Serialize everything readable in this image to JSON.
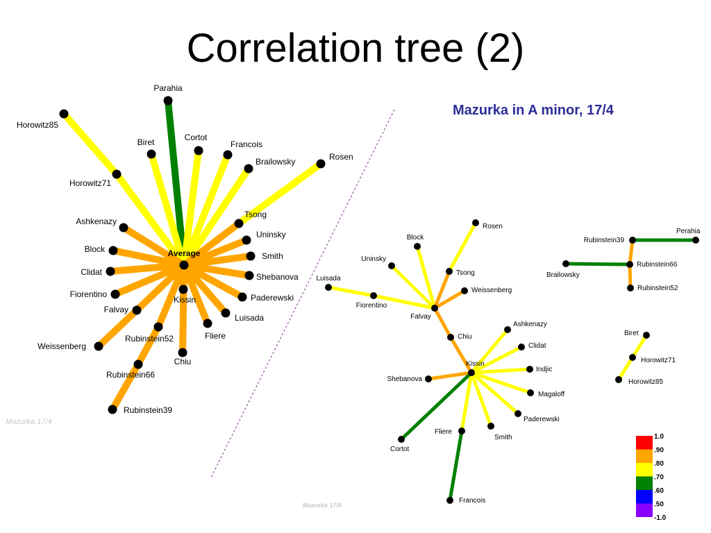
{
  "title": "Correlation tree (2)",
  "subtitle": "Mazurka in A minor, 17/4",
  "watermark_left": "Mazurka 17/4",
  "watermark_bottom": "Mazurka 17/4",
  "colors": {
    "1.0": "#ff0000",
    ".90": "#ffa500",
    ".80": "#ffff00",
    ".70": "#008000",
    ".60": "#0000ff",
    ".50": "#8800ff"
  },
  "color_scale": [
    {
      "label": "1.0",
      "color": "#ff0000"
    },
    {
      "label": ".90",
      "color": "#ffa500"
    },
    {
      "label": ".80",
      "color": "#ffff00"
    },
    {
      "label": ".70",
      "color": "#008000"
    },
    {
      "label": ".60",
      "color": "#0000ff"
    },
    {
      "label": ".50",
      "color": "#8800ff"
    },
    {
      "label": "-1.0",
      "color": ""
    }
  ],
  "left_tree": {
    "nodes": [
      "Parahia",
      "Horowitz85",
      "Biret",
      "Cortot",
      "Francois",
      "Brailowsky",
      "Rosen",
      "Horowitz71",
      "Ashkenazy",
      "Tsong",
      "Uninsky",
      "Block",
      "Average",
      "Smith",
      "Clidat",
      "Shebanova",
      "Kissin",
      "Fiorentino",
      "Paderewski",
      "Falvay",
      "Luisada",
      "Fliere",
      "Rubinstein52",
      "Weissenberg",
      "Chiu",
      "Rubinstein66",
      "Rubinstein39"
    ],
    "edges": [
      {
        "from": "Average",
        "to": "Parahia",
        "level": ".70"
      },
      {
        "from": "Average",
        "to": "Horowitz71",
        "level": ".80"
      },
      {
        "from": "Horowitz71",
        "to": "Horowitz85",
        "level": ".80"
      },
      {
        "from": "Average",
        "to": "Biret",
        "level": ".80"
      },
      {
        "from": "Average",
        "to": "Cortot",
        "level": ".80"
      },
      {
        "from": "Average",
        "to": "Francois",
        "level": ".80"
      },
      {
        "from": "Average",
        "to": "Brailowsky",
        "level": ".80"
      },
      {
        "from": "Average",
        "to": "Tsong",
        "level": ".90"
      },
      {
        "from": "Tsong",
        "to": "Rosen",
        "level": ".80"
      },
      {
        "from": "Average",
        "to": "Ashkenazy",
        "level": ".90"
      },
      {
        "from": "Average",
        "to": "Uninsky",
        "level": ".90"
      },
      {
        "from": "Average",
        "to": "Block",
        "level": ".90"
      },
      {
        "from": "Average",
        "to": "Smith",
        "level": ".90"
      },
      {
        "from": "Average",
        "to": "Clidat",
        "level": ".90"
      },
      {
        "from": "Average",
        "to": "Shebanova",
        "level": ".90"
      },
      {
        "from": "Average",
        "to": "Kissin",
        "level": "1.0"
      },
      {
        "from": "Average",
        "to": "Fiorentino",
        "level": ".90"
      },
      {
        "from": "Average",
        "to": "Paderewski",
        "level": ".90"
      },
      {
        "from": "Average",
        "to": "Falvay",
        "level": ".90"
      },
      {
        "from": "Average",
        "to": "Luisada",
        "level": ".90"
      },
      {
        "from": "Average",
        "to": "Fliere",
        "level": ".90"
      },
      {
        "from": "Average",
        "to": "Rubinstein52",
        "level": ".90"
      },
      {
        "from": "Falvay",
        "to": "Weissenberg",
        "level": ".90"
      },
      {
        "from": "Average",
        "to": "Chiu",
        "level": ".90"
      },
      {
        "from": "Rubinstein52",
        "to": "Rubinstein66",
        "level": ".90"
      },
      {
        "from": "Rubinstein66",
        "to": "Rubinstein39",
        "level": ".90"
      }
    ]
  },
  "right_tree": {
    "nodes": [
      "Rosen",
      "Block",
      "Uninsky",
      "Tsong",
      "Luisada",
      "Weissenberg",
      "Fiorentino",
      "Falvay",
      "Chiu",
      "Ashkenazy",
      "Clidat",
      "Kissin",
      "Indjic",
      "Shebanova",
      "Magaloff",
      "Paderewski",
      "Fliere",
      "Smith",
      "Cortot",
      "Francois",
      "Rubinstein39",
      "Perahia",
      "Rubinstein66",
      "Brailowsky",
      "Rubinstein52",
      "Biret",
      "Horowitz71",
      "Horowitz85"
    ],
    "edges": [
      {
        "from": "Tsong",
        "to": "Rosen",
        "level": ".80"
      },
      {
        "from": "Falvay",
        "to": "Block",
        "level": ".80"
      },
      {
        "from": "Falvay",
        "to": "Uninsky",
        "level": ".80"
      },
      {
        "from": "Falvay",
        "to": "Tsong",
        "level": ".90"
      },
      {
        "from": "Falvay",
        "to": "Fiorentino",
        "level": ".80"
      },
      {
        "from": "Fiorentino",
        "to": "Luisada",
        "level": ".80"
      },
      {
        "from": "Falvay",
        "to": "Weissenberg",
        "level": ".90"
      },
      {
        "from": "Falvay",
        "to": "Chiu",
        "level": ".90"
      },
      {
        "from": "Chiu",
        "to": "Kissin",
        "level": ".90"
      },
      {
        "from": "Kissin",
        "to": "Ashkenazy",
        "level": ".80"
      },
      {
        "from": "Kissin",
        "to": "Clidat",
        "level": ".80"
      },
      {
        "from": "Kissin",
        "to": "Indjic",
        "level": ".80"
      },
      {
        "from": "Kissin",
        "to": "Shebanova",
        "level": ".90"
      },
      {
        "from": "Kissin",
        "to": "Magaloff",
        "level": ".80"
      },
      {
        "from": "Kissin",
        "to": "Paderewski",
        "level": ".80"
      },
      {
        "from": "Kissin",
        "to": "Smith",
        "level": ".80"
      },
      {
        "from": "Kissin",
        "to": "Fliere",
        "level": ".80"
      },
      {
        "from": "Kissin",
        "to": "Cortot",
        "level": ".70"
      },
      {
        "from": "Fliere",
        "to": "Francois",
        "level": ".70"
      },
      {
        "from": "Rubinstein39",
        "to": "Perahia",
        "level": ".70"
      },
      {
        "from": "Rubinstein39",
        "to": "Rubinstein66",
        "level": ".90"
      },
      {
        "from": "Rubinstein66",
        "to": "Brailowsky",
        "level": ".70"
      },
      {
        "from": "Rubinstein66",
        "to": "Rubinstein52",
        "level": ".90"
      },
      {
        "from": "Biret",
        "to": "Horowitz71",
        "level": ".80"
      },
      {
        "from": "Horowitz71",
        "to": "Horowitz85",
        "level": ".80"
      }
    ]
  }
}
